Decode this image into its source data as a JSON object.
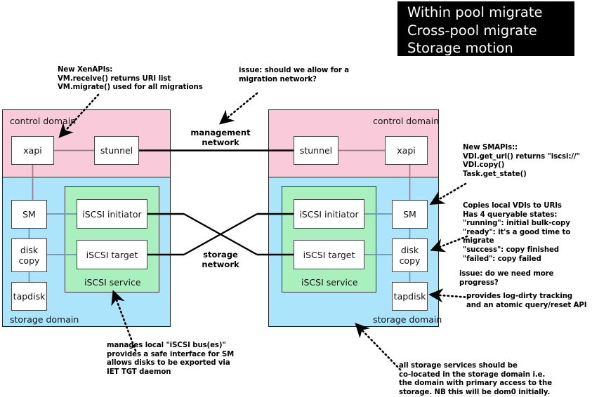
{
  "title_card": {
    "name": "migration-feature-list",
    "lines": [
      "Within pool migrate",
      "Cross-pool migrate",
      "Storage motion"
    ],
    "text": "Within pool migrate\nCross-pool migrate\nStorage motion",
    "bg_color": "#000000",
    "text_color": "#ffffff"
  },
  "colors": {
    "control_domain": "#f9cada",
    "storage_domain": "#ace4fb",
    "iscsi_service": "#aaf0bf",
    "node_fill": "#ffffff",
    "stroke": "#333333",
    "wire_pink": "#9c7d88",
    "wire_blue": "#6f96ab",
    "wire_black": "#000000"
  },
  "left_host": {
    "control_domain_label": "control domain",
    "storage_domain_label": "storage domain",
    "iscsi_service_label": "iSCSI service",
    "nodes": {
      "xapi": "xapi",
      "stunnel": "stunnel",
      "sm": "SM",
      "disk_copy": "disk\ncopy",
      "tapdisk": "tapdisk",
      "iscsi_initiator": "iSCSI initiator",
      "iscsi_target": "iSCSI target"
    }
  },
  "right_host": {
    "control_domain_label": "control domain",
    "storage_domain_label": "storage domain",
    "iscsi_service_label": "iSCSI service",
    "nodes": {
      "xapi": "xapi",
      "stunnel": "stunnel",
      "sm": "SM",
      "disk_copy": "disk\ncopy",
      "tapdisk": "tapdisk",
      "iscsi_initiator": "iSCSI initiator",
      "iscsi_target": "iSCSI target"
    }
  },
  "networks": {
    "management": "management\nnetwork",
    "storage": "storage\nnetwork"
  },
  "annotations": {
    "new_xenapis": "New XenAPIs:\nVM.receive() returns URI list\nVM.migrate() used for all migrations",
    "migration_network_issue": "issue: should we allow for a\nmigration network?",
    "new_smapis": "New SMAPIs::\nVDI.get_url() returns \"iscsi://\"\nVDI.copy()\nTask.get_state()",
    "vdi_copy_states": "Copies local VDIs to URIs\nHas 4 queryable states:\n\"running\": initial bulk-copy\n\"ready\": it's a good time to migrate\n\"success\": copy finished\n\"failed\": copy failed",
    "progress_issue": "issue: do we need more progress?",
    "tapdisk_note": "provides log-dirty tracking\nand an atomic query/reset API",
    "iscsi_service_note": "manages local \"iSCSI bus(es)\"\nprovides a safe interface for SM\nallows disks to be exported via\nIET TGT daemon",
    "storage_domain_note": "all storage services should be\nco-located in the storage domain i.e.\nthe domain with primary access to the\nstorage. NB this will be dom0 initially."
  }
}
